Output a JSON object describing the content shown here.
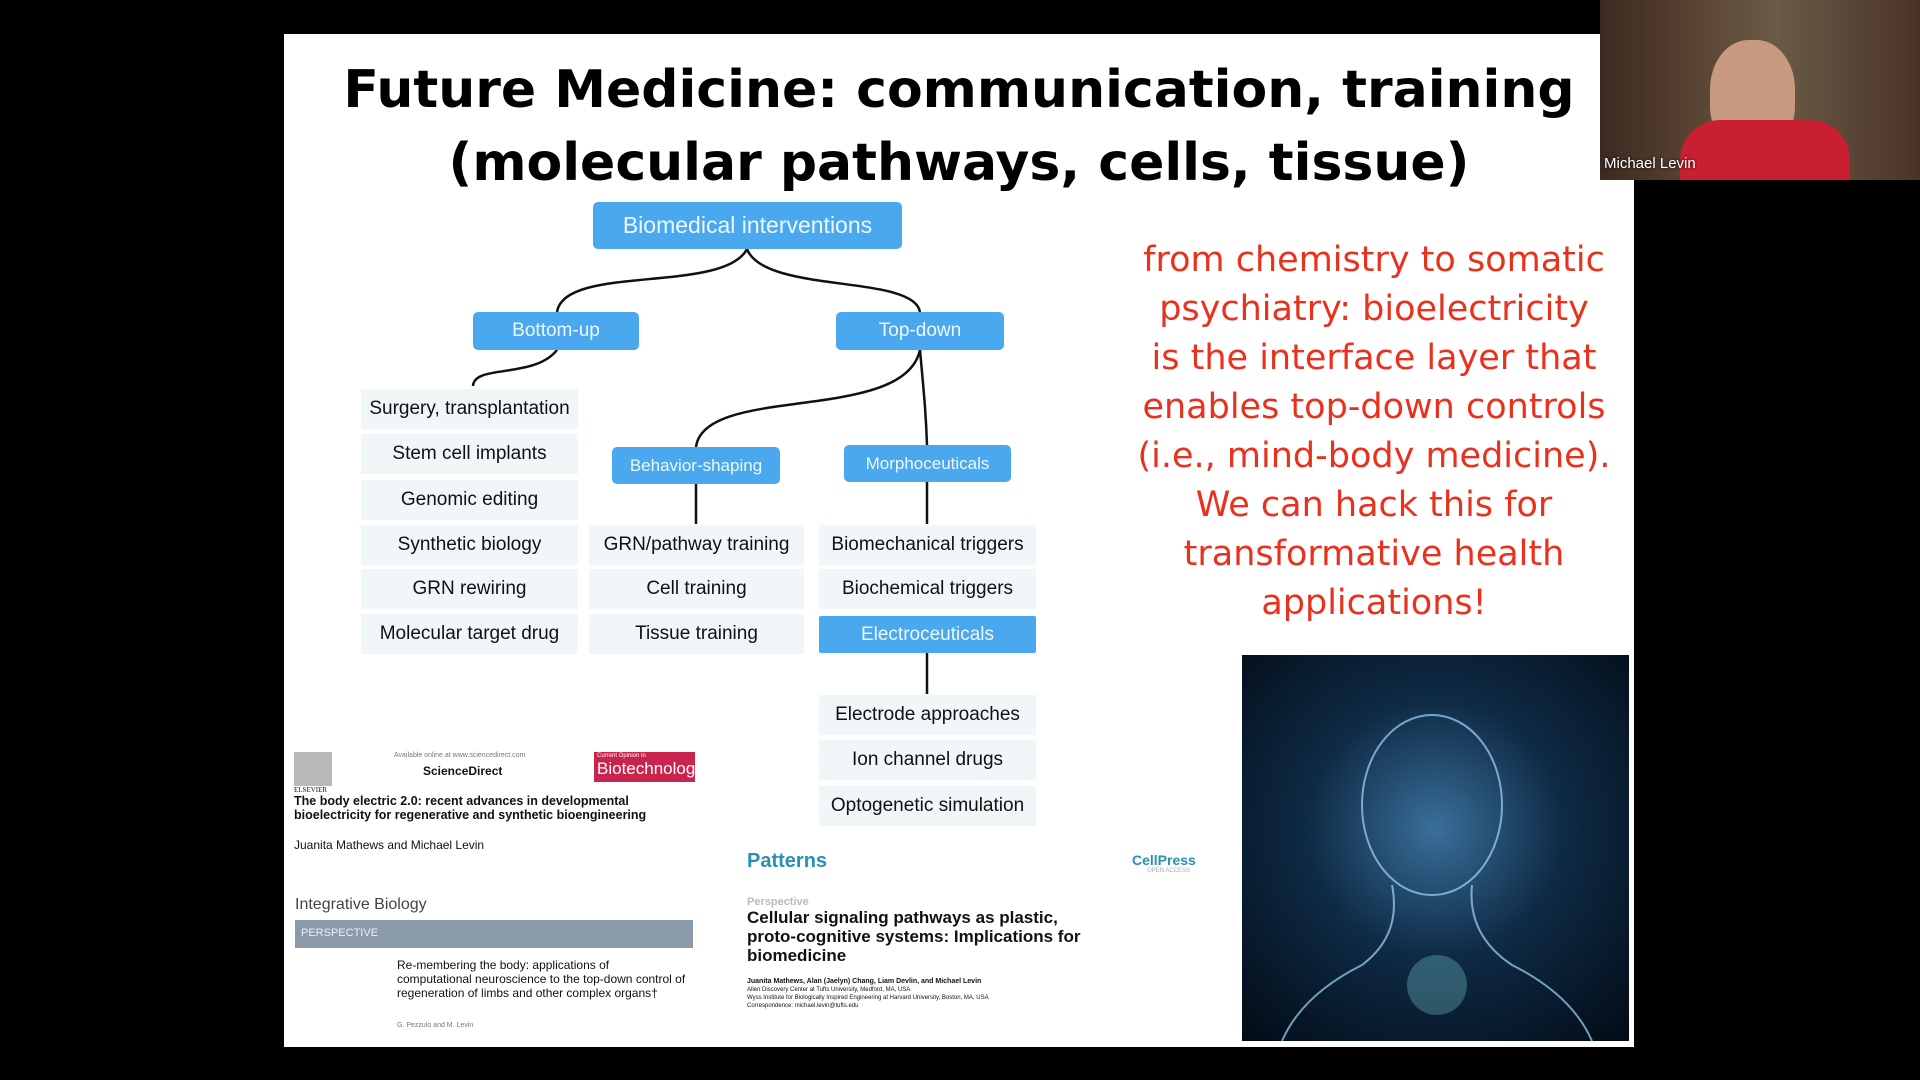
{
  "slide": {
    "title_line1": "Future Medicine: communication, training",
    "title_line2": "(molecular pathways, cells, tissue)",
    "diagram": {
      "root": "Biomedical interventions",
      "bottom_up": "Bottom-up",
      "top_down": "Top-down",
      "bottom_up_items": [
        "Surgery, transplantation",
        "Stem cell implants",
        "Genomic editing",
        "Synthetic biology",
        "GRN rewiring",
        "Molecular target drug"
      ],
      "behavior_shaping": "Behavior-shaping",
      "behavior_items": [
        "GRN/pathway training",
        "Cell training",
        "Tissue training"
      ],
      "morphoceuticals": "Morphoceuticals",
      "morpho_items": [
        "Biomechanical triggers",
        "Biochemical triggers"
      ],
      "electroceuticals": "Electroceuticals",
      "electro_items": [
        "Electrode approaches",
        "Ion channel drugs",
        "Optogenetic simulation"
      ]
    },
    "callout": [
      "from chemistry to somatic",
      "psychiatry: bioelectricity",
      "is the interface layer that",
      "enables top-down controls",
      "(i.e., mind-body medicine).",
      "We can hack this for",
      "transformative health",
      "applications!"
    ],
    "papers": {
      "p1": {
        "available": "Available online at www.sciencedirect.com",
        "publisher": "ScienceDirect",
        "elsevier": "ELSEVIER",
        "journal_small": "Current Opinion in",
        "journal": "Biotechnology",
        "title": "The body electric 2.0: recent advances in developmental bioelectricity for regenerative and synthetic bioengineering",
        "authors": "Juanita Mathews and Michael Levin"
      },
      "p2": {
        "journal": "Integrative Biology",
        "section": "PERSPECTIVE",
        "title": "Re-membering the body: applications of computational neuroscience to the top-down control of regeneration of limbs and other complex organs†",
        "authors": "G. Pezzulo and M. Levin"
      },
      "p3": {
        "journal": "Patterns",
        "publisher": "CellPress",
        "open_access": "OPEN ACCESS",
        "type": "Perspective",
        "title": "Cellular signaling pathways as plastic, proto-cognitive systems: Implications for biomedicine",
        "authors": "Juanita Mathews, Alan (Jaelyn) Chang, Liam Devlin, and Michael Levin",
        "aff1": "Allen Discovery Center at Tufts University, Medford, MA, USA",
        "aff2": "Wyss Institute for Biologically Inspired Engineering at Harvard University, Boston, MA, USA",
        "corr": "Correspondence: michael.levin@tufts.edu"
      }
    }
  },
  "webcam": {
    "name": "Michael Levin"
  },
  "colors": {
    "box_blue": "#4aa8ee",
    "callout_red": "#e8321e"
  }
}
